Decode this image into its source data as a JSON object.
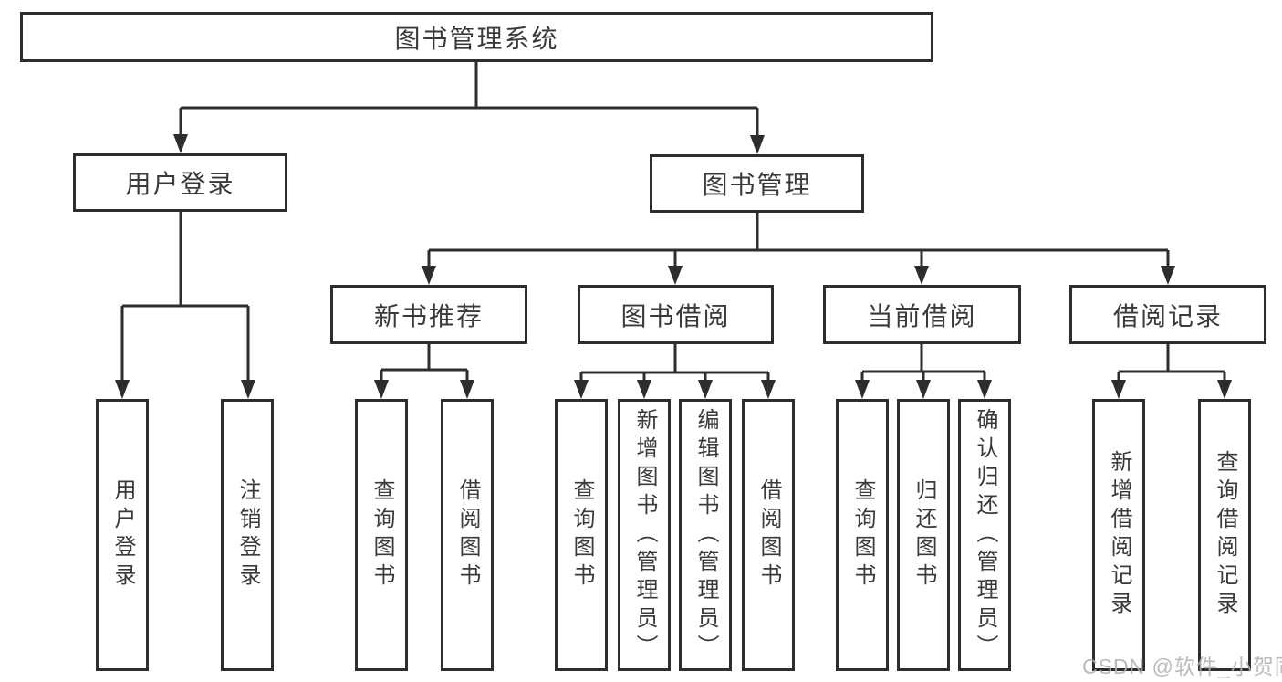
{
  "tree": {
    "root": "图书管理系统",
    "children": [
      {
        "label": "用户登录",
        "children": [
          "用户登录",
          "注销登录"
        ]
      },
      {
        "label": "图书管理",
        "children": [
          {
            "label": "新书推荐",
            "children": [
              "查询图书",
              "借阅图书"
            ]
          },
          {
            "label": "图书借阅",
            "children": [
              "查询图书",
              "新增图书（管理员）",
              "编辑图书（管理员）",
              "借阅图书"
            ]
          },
          {
            "label": "当前借阅",
            "children": [
              "查询图书",
              "归还图书",
              "确认归还（管理员）"
            ]
          },
          {
            "label": "借阅记录",
            "children": [
              "新增借阅记录",
              "查询借阅记录"
            ]
          }
        ]
      }
    ]
  },
  "watermark": "CSDN @软件_小贺同学",
  "colors": {
    "line": "#2d2d2d",
    "box_background": "#ffffff",
    "text": "#3a3a3a",
    "watermark": "#b2b2b2"
  }
}
